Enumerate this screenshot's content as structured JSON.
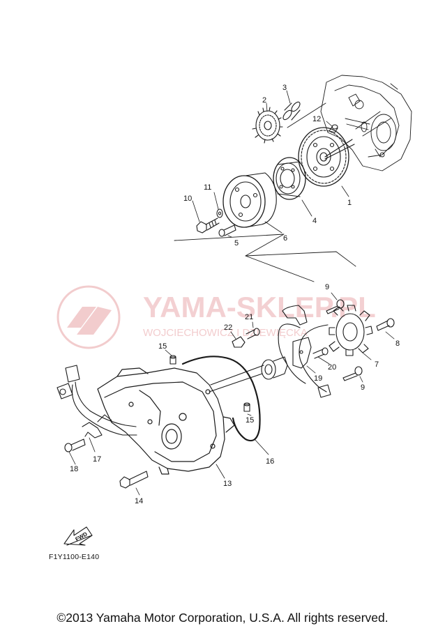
{
  "watermark": {
    "brand": "YAMA-SKLEP.PL",
    "tagline": "WOJCIECHOWICZ I DZIEWIĘCKA",
    "color": "#e9a3a6"
  },
  "callouts": [
    "1",
    "2",
    "3",
    "4",
    "5",
    "6",
    "7",
    "8",
    "9",
    "9",
    "10",
    "11",
    "12",
    "13",
    "14",
    "15",
    "15",
    "16",
    "17",
    "18",
    "19",
    "20",
    "21",
    "22"
  ],
  "fwd_label": "FWD",
  "diagram_code": "F1Y1100-E140",
  "copyright": "©2013 Yamaha Motor Corporation, U.S.A. All rights reserved."
}
